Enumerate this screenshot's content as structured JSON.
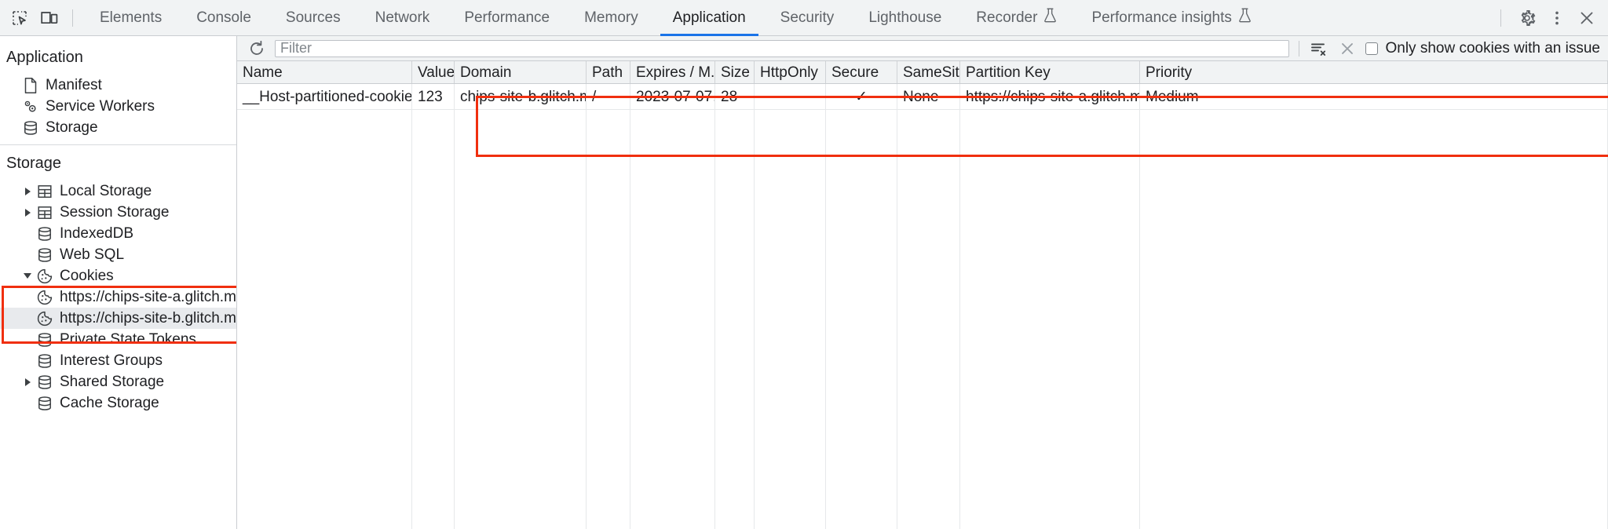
{
  "toolbar": {
    "inspect_icon": "inspect-element-icon",
    "device_icon": "device-toolbar-icon",
    "tabs": [
      {
        "label": "Elements",
        "active": false,
        "experimental": false
      },
      {
        "label": "Console",
        "active": false,
        "experimental": false
      },
      {
        "label": "Sources",
        "active": false,
        "experimental": false
      },
      {
        "label": "Network",
        "active": false,
        "experimental": false
      },
      {
        "label": "Performance",
        "active": false,
        "experimental": false
      },
      {
        "label": "Memory",
        "active": false,
        "experimental": false
      },
      {
        "label": "Application",
        "active": true,
        "experimental": false
      },
      {
        "label": "Security",
        "active": false,
        "experimental": false
      },
      {
        "label": "Lighthouse",
        "active": false,
        "experimental": false
      },
      {
        "label": "Recorder",
        "active": false,
        "experimental": true
      },
      {
        "label": "Performance insights",
        "active": false,
        "experimental": true
      }
    ],
    "settings_icon": "gear-icon",
    "more_icon": "kebab-menu-icon",
    "close_icon": "close-icon",
    "active_tab_underline_color": "#1a73e8"
  },
  "sidebar": {
    "application_section": {
      "title": "Application",
      "items": [
        {
          "label": "Manifest",
          "icon": "document-icon",
          "expandable": false,
          "selected": false
        },
        {
          "label": "Service Workers",
          "icon": "service-worker-icon",
          "expandable": false,
          "selected": false
        },
        {
          "label": "Storage",
          "icon": "database-icon",
          "expandable": false,
          "selected": false
        }
      ]
    },
    "storage_section": {
      "title": "Storage",
      "items": [
        {
          "label": "Local Storage",
          "icon": "table-icon",
          "expandable": true,
          "expanded": false,
          "selected": false,
          "indent": 1
        },
        {
          "label": "Session Storage",
          "icon": "table-icon",
          "expandable": true,
          "expanded": false,
          "selected": false,
          "indent": 1
        },
        {
          "label": "IndexedDB",
          "icon": "database-icon",
          "expandable": false,
          "expanded": false,
          "selected": false,
          "indent": 1
        },
        {
          "label": "Web SQL",
          "icon": "database-icon",
          "expandable": false,
          "expanded": false,
          "selected": false,
          "indent": 1
        },
        {
          "label": "Cookies",
          "icon": "cookie-icon",
          "expandable": true,
          "expanded": true,
          "selected": false,
          "indent": 1
        },
        {
          "label": "https://chips-site-a.glitch.me",
          "icon": "cookie-icon",
          "expandable": false,
          "expanded": false,
          "selected": false,
          "indent": 2
        },
        {
          "label": "https://chips-site-b.glitch.me",
          "icon": "cookie-icon",
          "expandable": false,
          "expanded": false,
          "selected": true,
          "indent": 2
        },
        {
          "label": "Private State Tokens",
          "icon": "database-icon",
          "expandable": false,
          "expanded": false,
          "selected": false,
          "indent": 1
        },
        {
          "label": "Interest Groups",
          "icon": "database-icon",
          "expandable": false,
          "expanded": false,
          "selected": false,
          "indent": 1
        },
        {
          "label": "Shared Storage",
          "icon": "database-icon",
          "expandable": true,
          "expanded": false,
          "selected": false,
          "indent": 1
        },
        {
          "label": "Cache Storage",
          "icon": "database-icon",
          "expandable": false,
          "expanded": false,
          "selected": false,
          "indent": 1
        }
      ]
    }
  },
  "filterbar": {
    "refresh_icon": "refresh-icon",
    "filter_placeholder": "Filter",
    "filter_value": "",
    "clear_filter_icon": "clear-filter-icon",
    "clear_icon": "clear-all-icon",
    "checkbox_label": "Only show cookies with an issue",
    "checkbox_checked": false
  },
  "annotations": {
    "highlight_color": "#f02f0f",
    "boxes": [
      {
        "name": "cookies-subtree-highlight"
      },
      {
        "name": "cookie-table-highlight"
      }
    ]
  },
  "table": {
    "columns": [
      "Name",
      "Value",
      "Domain",
      "Path",
      "Expires / M...",
      "Size",
      "HttpOnly",
      "Secure",
      "SameSite",
      "Partition Key",
      "Priority"
    ],
    "rows": [
      {
        "name": "__Host-partitioned-cookie",
        "value": "123",
        "domain": "chips-site-b.glitch.me",
        "path": "/",
        "expires": "2023-07-07…",
        "size": "28",
        "httponly": "",
        "secure": "✓",
        "samesite": "None",
        "partition_key": "https://chips-site-a.glitch.me",
        "priority": "Medium"
      }
    ]
  }
}
